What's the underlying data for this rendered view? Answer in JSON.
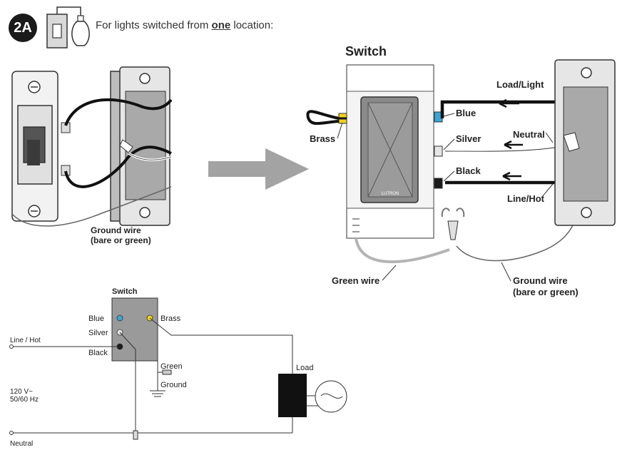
{
  "header": {
    "badge": "2A",
    "caption_prefix": "For lights switched from ",
    "caption_emphasis": "one",
    "caption_suffix": " location:"
  },
  "old_switch": {
    "ground_wire_label_1": "Ground wire",
    "ground_wire_label_2": "(bare or green)"
  },
  "new_switch": {
    "title": "Switch",
    "brand": "LUTRON",
    "terminals": {
      "brass": "Brass",
      "blue": "Blue",
      "silver": "Silver",
      "black": "Black"
    },
    "box_wires": {
      "load_light": "Load/Light",
      "neutral": "Neutral",
      "line_hot": "Line/Hot"
    },
    "green_wire": "Green wire",
    "ground_wire_1": "Ground wire",
    "ground_wire_2": "(bare or green)"
  },
  "schematic": {
    "title": "Switch",
    "blue": "Blue",
    "brass": "Brass",
    "silver": "Silver",
    "black": "Black",
    "green": "Green",
    "ground": "Ground",
    "line_hot": "Line / Hot",
    "neutral": "Neutral",
    "voltage": "120 V~",
    "frequency": "50/60 Hz",
    "load": "Load"
  },
  "colors": {
    "blue_terminal": "#3aa6d8",
    "brass_terminal": "#f2d21b",
    "silver_terminal": "#e6e6e6",
    "black_terminal": "#1a1a1a",
    "green_wire": "#b4b4b4",
    "box_gray": "#9a9a9a",
    "arrow_gray": "#a3a3a3"
  }
}
